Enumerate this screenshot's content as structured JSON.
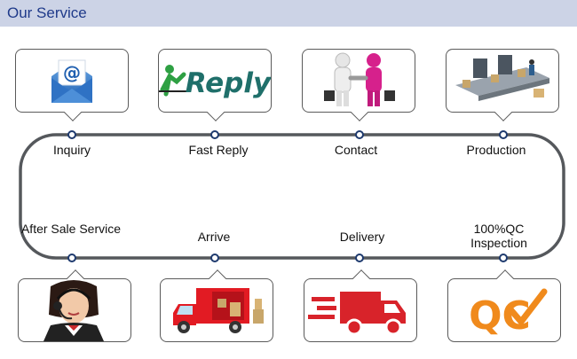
{
  "header": {
    "title": "Our Service"
  },
  "steps_top": [
    {
      "label": "Inquiry",
      "icon": "email-envelope-icon"
    },
    {
      "label": "Fast Reply",
      "icon": "reply-logo"
    },
    {
      "label": "Contact",
      "icon": "handshake-icon"
    },
    {
      "label": "Production",
      "icon": "production-line-icon"
    }
  ],
  "steps_bottom": [
    {
      "label": "After Sale Service",
      "icon": "customer-service-agent-icon"
    },
    {
      "label": "Arrive",
      "icon": "moving-truck-icon"
    },
    {
      "label": "Delivery",
      "icon": "fast-delivery-truck-icon"
    },
    {
      "label": "100%QC Inspection",
      "icon": "qc-check-icon"
    }
  ],
  "logo_text": {
    "reply": "Reply",
    "qc": "QC"
  },
  "colors": {
    "header_bg": "#ccd3e6",
    "title": "#1f3a8a",
    "loop": "#55585c",
    "node": "#1e3a6e",
    "truck_red": "#d8232a",
    "qc_orange": "#f08a1c"
  }
}
